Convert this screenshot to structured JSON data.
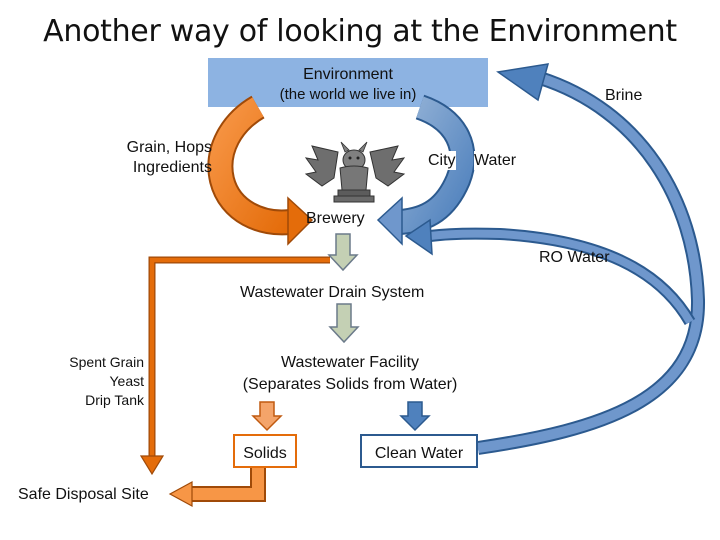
{
  "title": "Another way of looking at the Environment",
  "nodes": {
    "environment_line1": "Environment",
    "environment_line2": "(the world we live in)",
    "brine": "Brine",
    "ingredients_line1": "Grain, Hops",
    "ingredients_line2": "Ingredients",
    "city_water_a": "City",
    "city_water_b": "Water",
    "brewery": "Brewery",
    "ro_water": "RO Water",
    "drain": "Wastewater Drain System",
    "facility_line1": "Wastewater Facility",
    "facility_line2": "(Separates Solids from Water)",
    "spent_line1": "Spent Grain",
    "spent_line2": "Yeast",
    "spent_line3": "Drip Tank",
    "solids": "Solids",
    "clean_water": "Clean Water",
    "disposal": "Safe Disposal Site"
  },
  "colors": {
    "env_box": "#8db3e2",
    "orange": "#e46c0a",
    "blue": "#4a7ebb",
    "gray_arrow": "#b8c4a8",
    "light_orange": "#f4a46a"
  },
  "icons": {
    "brewery_logo": "gargoyle-statue"
  }
}
